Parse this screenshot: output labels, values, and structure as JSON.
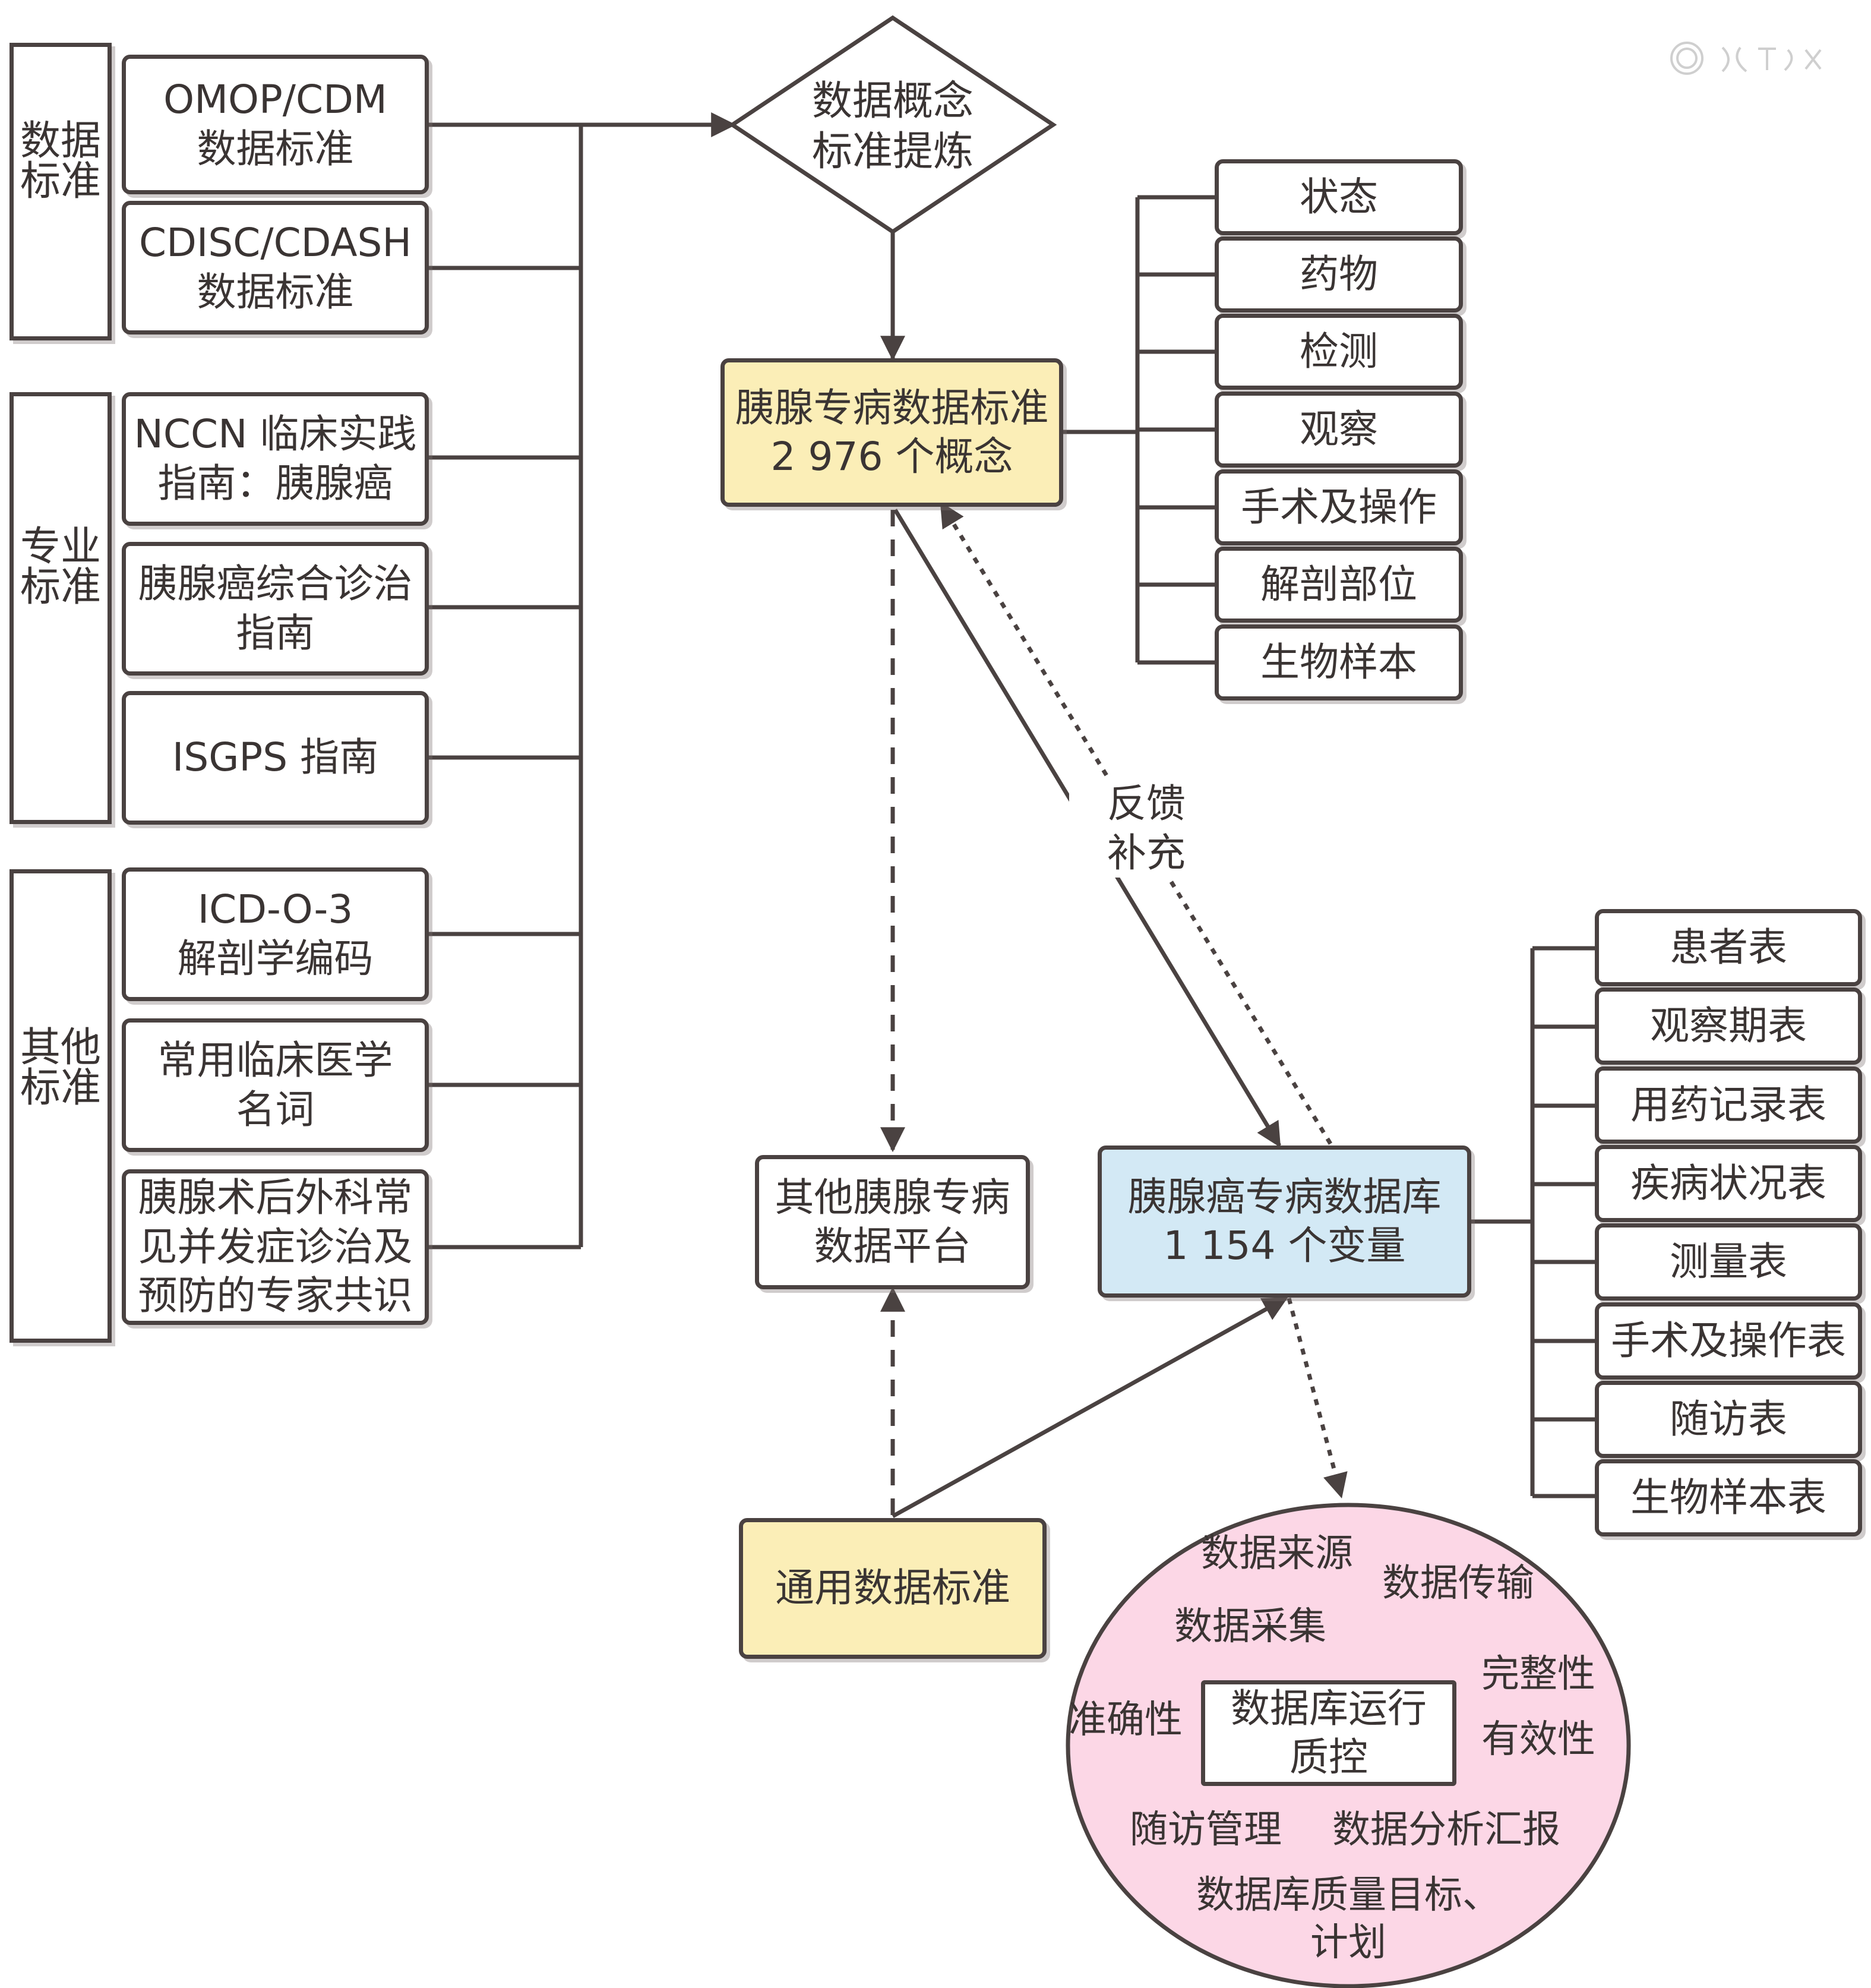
{
  "categories": [
    {
      "label": "数据\n标准"
    },
    {
      "label": "专业\n标准"
    },
    {
      "label": "其他\n标准"
    }
  ],
  "standards": [
    {
      "text": "OMOP/CDM\n数据标准"
    },
    {
      "text": "CDISC/CDASH\n数据标准"
    },
    {
      "text": "NCCN 临床实践\n指南：胰腺癌"
    },
    {
      "text": "胰腺癌综合诊治\n指南"
    },
    {
      "text": "ISGPS 指南"
    },
    {
      "text": "ICD-O-3\n解剖学编码"
    },
    {
      "text": "常用临床医学\n名词"
    },
    {
      "text": "胰腺术后外科常\n见并发症诊治及\n预防的专家共识"
    }
  ],
  "decision": {
    "text": "数据概念\n标准提炼"
  },
  "main_standard": {
    "text": "胰腺专病数据标准\n2 976 个概念"
  },
  "concepts": [
    "状态",
    "药物",
    "检测",
    "观察",
    "手术及操作",
    "解剖部位",
    "生物样本"
  ],
  "feedback_label": "反馈\n补充",
  "other_platform": {
    "text": "其他胰腺专病\n数据平台"
  },
  "database": {
    "text": "胰腺癌专病数据库\n1 154 个变量"
  },
  "tables": [
    "患者表",
    "观察期表",
    "用药记录表",
    "疾病状况表",
    "测量表",
    "手术及操作表",
    "随访表",
    "生物样本表"
  ],
  "general_standard": {
    "text": "通用数据标准"
  },
  "qc_circle": {
    "center": "数据库运行\n质控",
    "items": {
      "source": "数据来源",
      "transfer": "数据传输",
      "collection": "数据采集",
      "completeness": "完整性",
      "accuracy": "准确性",
      "validity": "有效性",
      "followup": "随访管理",
      "analysis": "数据分析汇报",
      "goals": "数据库质量目标、\n计划"
    }
  },
  "colors": {
    "stroke": "#4a4241",
    "yellow": "#fbeeb7",
    "blue": "#d3e9f5",
    "pink": "#fcd7e6"
  }
}
